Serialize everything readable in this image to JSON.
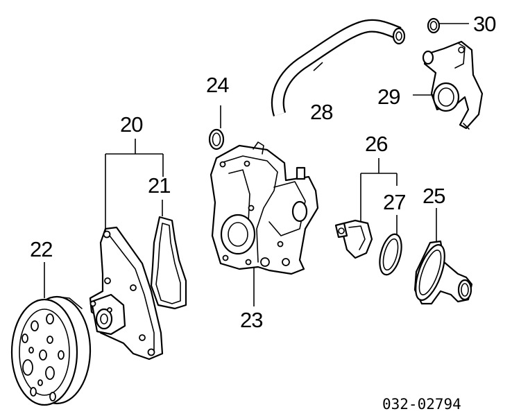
{
  "diagram": {
    "labels": {
      "p20": "20",
      "p21": "21",
      "p22": "22",
      "p23": "23",
      "p24": "24",
      "p25": "25",
      "p26": "26",
      "p27": "27",
      "p28": "28",
      "p29": "29",
      "p30": "30"
    },
    "catalog_code": "032-02794"
  }
}
